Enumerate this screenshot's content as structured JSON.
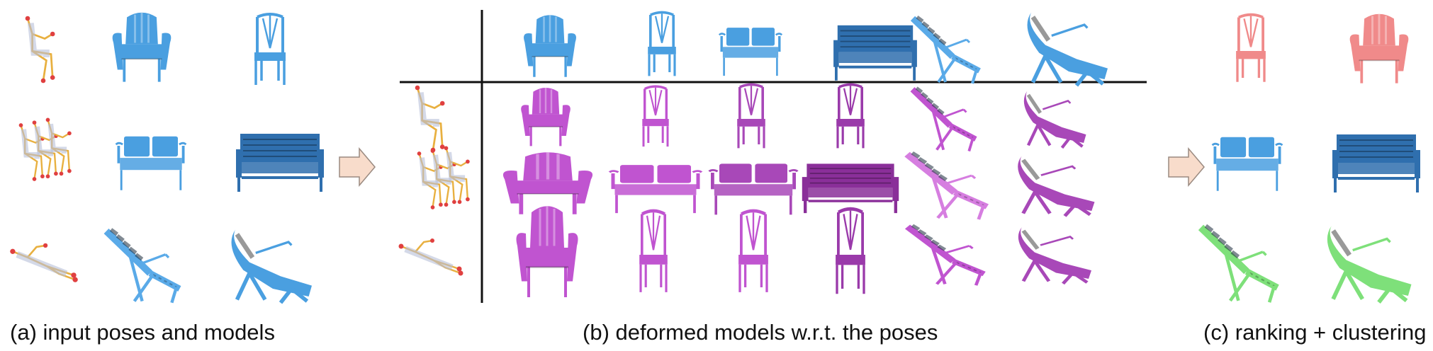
{
  "captions": {
    "a": "(a) input poses and models",
    "b": "(b) deformed models w.r.t. the poses",
    "c": "(c) ranking + clustering"
  },
  "colors": {
    "input_blue": "#4a9fe0",
    "input_blue_dark": "#2f6fae",
    "deformed_purple": "#c054d0",
    "deformed_purple_dark": "#8a2f99",
    "ranked_red": "#f08a8a",
    "ranked_green": "#7ee07a",
    "arrow_fill": "#f8dccb",
    "pose_bone": "#e8b040",
    "pose_joint": "#e04040"
  },
  "grid": {
    "columns": [
      "armchair",
      "side-chair",
      "loveseat",
      "bench",
      "lounger",
      "chaise"
    ],
    "rows": [
      "sitting-pose",
      "group-sitting-pose",
      "reclining-pose"
    ]
  }
}
